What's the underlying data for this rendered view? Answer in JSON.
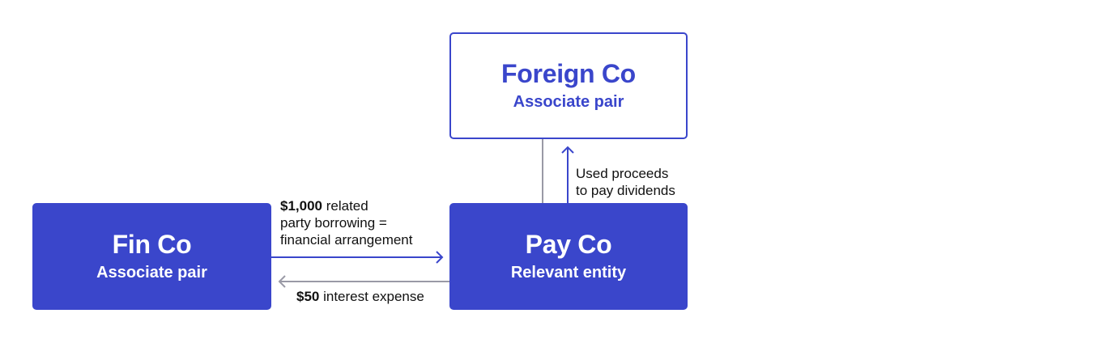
{
  "colors": {
    "primary": "#3A46CB",
    "connector_gray": "#9A9AA6",
    "text": "#111111"
  },
  "entities": {
    "foreign_co": {
      "title": "Foreign Co",
      "subtitle": "Associate pair"
    },
    "fin_co": {
      "title": "Fin Co",
      "subtitle": "Associate pair"
    },
    "pay_co": {
      "title": "Pay Co",
      "subtitle": "Relevant entity"
    }
  },
  "flows": {
    "borrowing": {
      "amount": "$1,000",
      "line1_rest": " related",
      "line2": "party borrowing =",
      "line3": "financial arrangement",
      "from": "Fin Co",
      "to": "Pay Co"
    },
    "interest": {
      "amount": "$50",
      "rest": " interest expense",
      "from": "Pay Co",
      "to": "Fin Co"
    },
    "dividends": {
      "line1": "Used proceeds",
      "line2": "to pay dividends",
      "from": "Pay Co",
      "to": "Foreign Co"
    }
  }
}
